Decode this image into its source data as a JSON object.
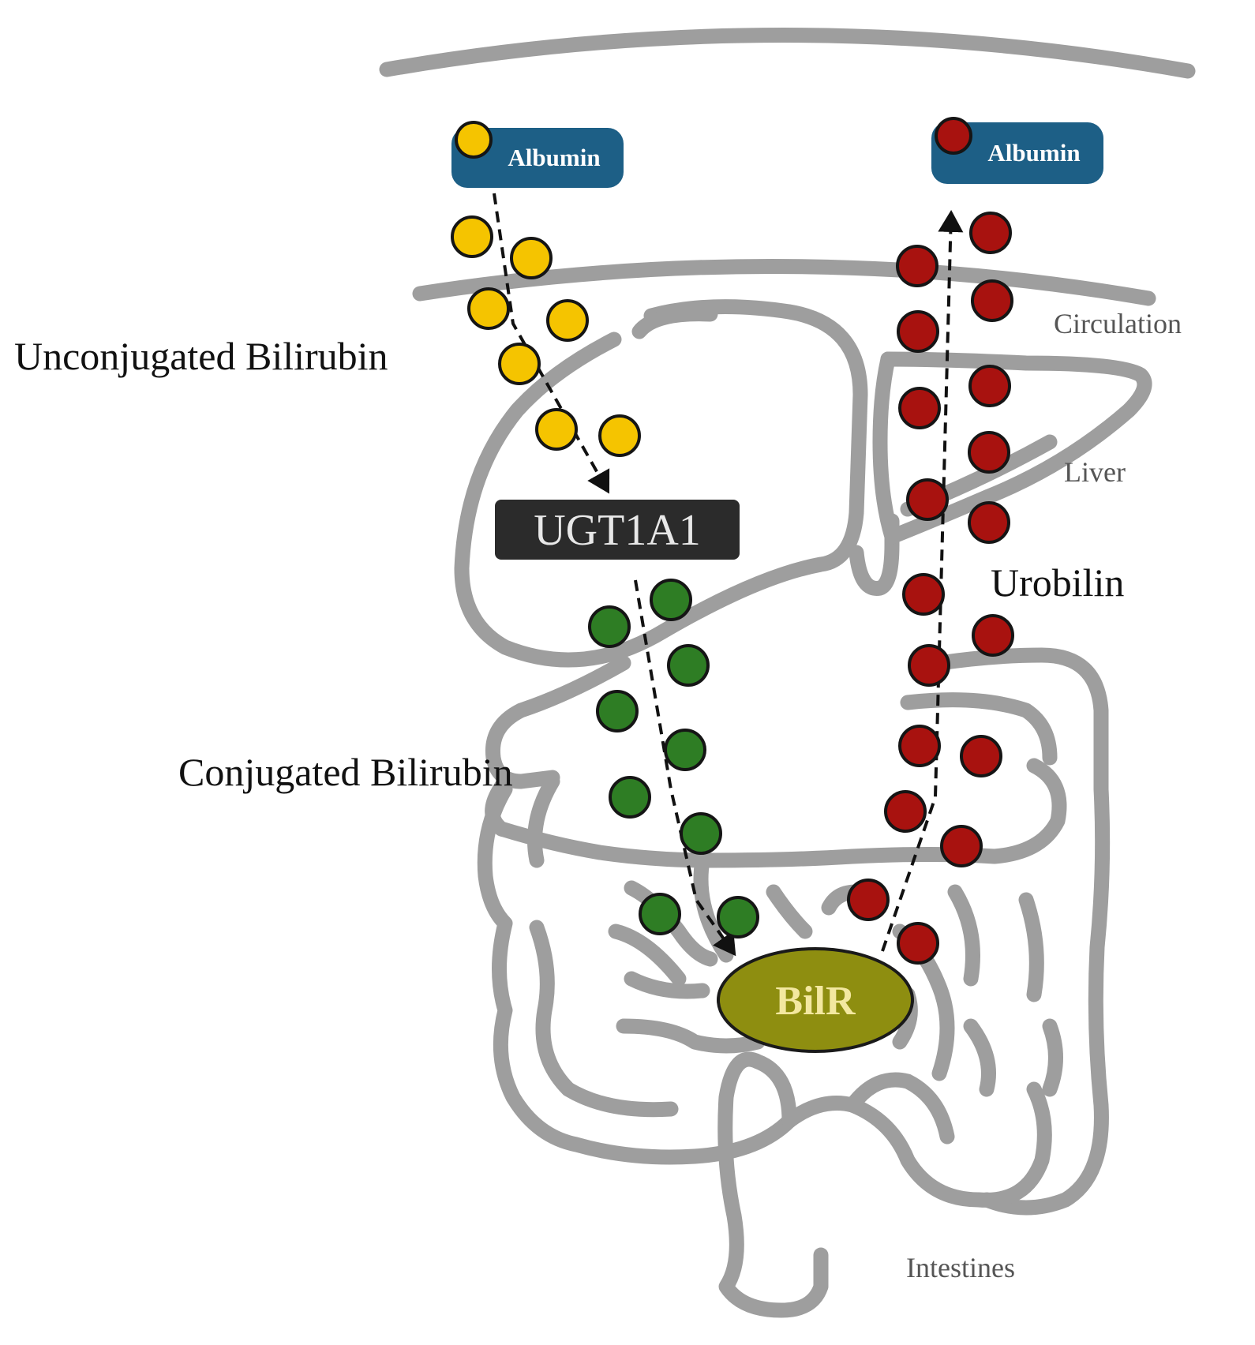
{
  "labels": {
    "unconjugated": "Unconjugated Bilirubin",
    "conjugated": "Conjugated Bilirubin",
    "urobilin": "Urobilin",
    "circulation": "Circulation",
    "liver": "Liver",
    "intestines": "Intestines",
    "enzyme": "UGT1A1",
    "bacterial_enzyme": "BilR",
    "albumin_left": "Albumin",
    "albumin_right": "Albumin"
  },
  "colors": {
    "unconjugated_bilirubin": "#f5c400",
    "conjugated_bilirubin": "#2e7d24",
    "urobilin": "#a8120f",
    "albumin": "#1d5f86",
    "ugt1a1": "#2b2b2b",
    "bilr": "#8e8e10",
    "bilr_text": "#f3e8a0",
    "organ_outline": "#9e9e9e"
  }
}
